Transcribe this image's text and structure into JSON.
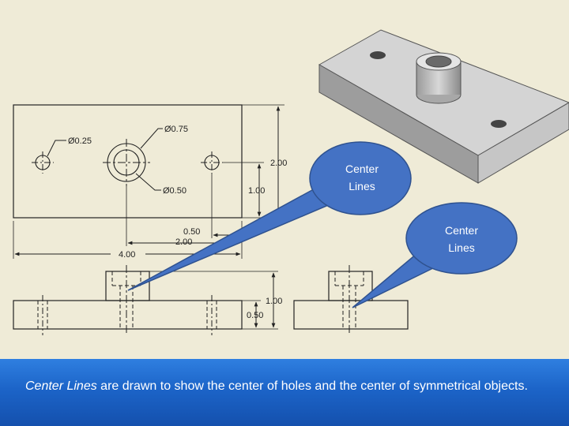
{
  "drawing": {
    "top_view": {
      "hole_left_dim": "Ø0.25",
      "counterbore_outer_dim": "Ø0.75",
      "counterbore_inner_dim": "Ø0.50",
      "height_dim": "2.00",
      "center_height_dim": "1.00",
      "offset_dim": "0.50",
      "center_offset_dim": "2.00",
      "width_dim": "4.00"
    },
    "front_view": {
      "total_height_dim": "1.00",
      "base_height_dim": "0.50"
    }
  },
  "callouts": [
    {
      "line1": "Center",
      "line2": "Lines"
    },
    {
      "line1": "Center",
      "line2": "Lines"
    }
  ],
  "caption": {
    "emphasis": "Center Lines",
    "text": " are drawn to show the center of holes and the center of symmetrical objects."
  },
  "colors": {
    "background": "#efebd7",
    "callout_fill": "#4472c4",
    "callout_stroke": "#2f528f",
    "caption_bar": "#1c64c8"
  }
}
